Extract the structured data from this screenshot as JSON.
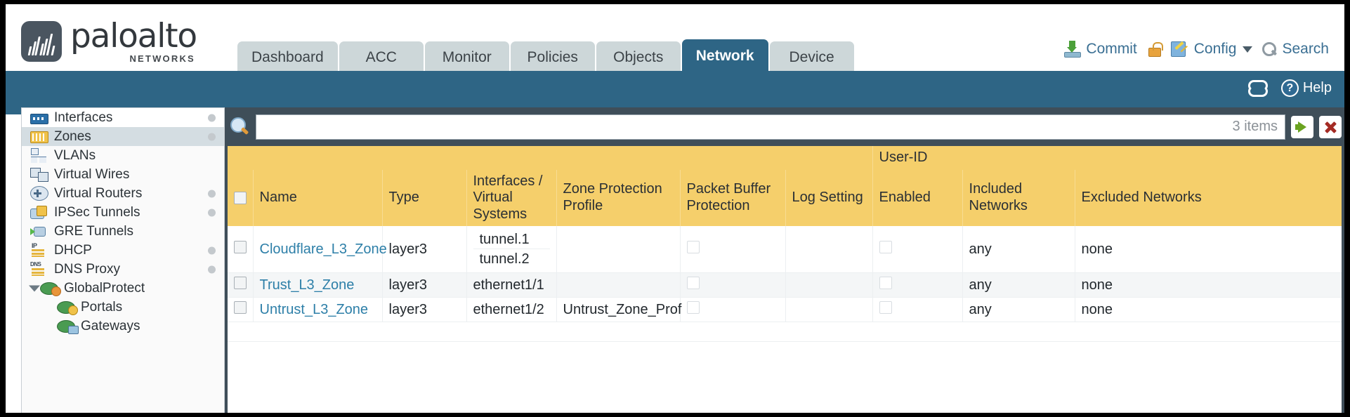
{
  "brand": {
    "name": "paloalto",
    "tagline": "NETWORKS",
    "registered": "®"
  },
  "nav": {
    "tabs": [
      {
        "label": "Dashboard",
        "active": false
      },
      {
        "label": "ACC",
        "active": false
      },
      {
        "label": "Monitor",
        "active": false
      },
      {
        "label": "Policies",
        "active": false
      },
      {
        "label": "Objects",
        "active": false
      },
      {
        "label": "Network",
        "active": true
      },
      {
        "label": "Device",
        "active": false
      }
    ]
  },
  "header_actions": {
    "commit": "Commit",
    "config": "Config",
    "search": "Search",
    "lock_icon": "unlock-icon",
    "commit_icon": "commit-icon",
    "config_icon": "config-icon",
    "search_icon": "search-icon",
    "caret_icon": "chevron-down-icon"
  },
  "bluebar": {
    "refresh_icon": "refresh-icon",
    "help_label": "Help",
    "help_icon": "help-icon",
    "help_glyph": "?"
  },
  "sidebar": {
    "items": [
      {
        "label": "Interfaces",
        "icon": "interfaces-icon",
        "dot": true,
        "child": false,
        "selected": false,
        "caret": false
      },
      {
        "label": "Zones",
        "icon": "zones-icon",
        "dot": true,
        "child": false,
        "selected": true,
        "caret": false
      },
      {
        "label": "VLANs",
        "icon": "vlans-icon",
        "dot": false,
        "child": false,
        "selected": false,
        "caret": false
      },
      {
        "label": "Virtual Wires",
        "icon": "virtual-wires-icon",
        "dot": false,
        "child": false,
        "selected": false,
        "caret": false
      },
      {
        "label": "Virtual Routers",
        "icon": "virtual-routers-icon",
        "dot": true,
        "child": false,
        "selected": false,
        "caret": false
      },
      {
        "label": "IPSec Tunnels",
        "icon": "ipsec-tunnels-icon",
        "dot": true,
        "child": false,
        "selected": false,
        "caret": false
      },
      {
        "label": "GRE Tunnels",
        "icon": "gre-tunnels-icon",
        "dot": false,
        "child": false,
        "selected": false,
        "caret": false
      },
      {
        "label": "DHCP",
        "icon": "dhcp-icon",
        "dot": true,
        "child": false,
        "selected": false,
        "caret": false
      },
      {
        "label": "DNS Proxy",
        "icon": "dns-proxy-icon",
        "dot": true,
        "child": false,
        "selected": false,
        "caret": false
      },
      {
        "label": "GlobalProtect",
        "icon": "globalprotect-icon",
        "dot": false,
        "child": false,
        "selected": false,
        "caret": true
      },
      {
        "label": "Portals",
        "icon": "portals-icon",
        "dot": false,
        "child": true,
        "selected": false,
        "caret": false
      },
      {
        "label": "Gateways",
        "icon": "gateways-icon",
        "dot": false,
        "child": true,
        "selected": false,
        "caret": false
      }
    ]
  },
  "search": {
    "value": "",
    "placeholder": "",
    "items_count": "3 items",
    "magnifier_icon": "magnifier-icon",
    "apply_icon": "apply-filter-arrow-icon",
    "clear_icon": "clear-filter-x-icon"
  },
  "table": {
    "group_header": "User-ID",
    "columns": [
      "Name",
      "Type",
      "Interfaces / Virtual Systems",
      "Zone Protection Profile",
      "Packet Buffer Protection",
      "Log Setting",
      "Enabled",
      "Included Networks",
      "Excluded Networks"
    ],
    "rows": [
      {
        "selected": false,
        "name": "Cloudflare_L3_Zone",
        "type": "layer3",
        "interfaces": [
          "tunnel.1",
          "tunnel.2"
        ],
        "zone_protection_profile": "",
        "packet_buffer_protection": false,
        "log_setting": "",
        "userid_enabled": false,
        "included_networks": "any",
        "excluded_networks": "none"
      },
      {
        "selected": false,
        "name": "Trust_L3_Zone",
        "type": "layer3",
        "interfaces": [
          "ethernet1/1"
        ],
        "zone_protection_profile": "",
        "packet_buffer_protection": false,
        "log_setting": "",
        "userid_enabled": false,
        "included_networks": "any",
        "excluded_networks": "none"
      },
      {
        "selected": false,
        "name": "Untrust_L3_Zone",
        "type": "layer3",
        "interfaces": [
          "ethernet1/2"
        ],
        "zone_protection_profile": "Untrust_Zone_Prof",
        "packet_buffer_protection": false,
        "log_setting": "",
        "userid_enabled": false,
        "included_networks": "any",
        "excluded_networks": "none"
      }
    ]
  },
  "colors": {
    "brand_blue": "#2e6585",
    "panel_dark": "#3f4e59",
    "header_yellow": "#f5cf6b",
    "group_yellow": "#e8bb4a",
    "link_blue": "#2d7fa8",
    "tab_inactive": "#cdd7d9",
    "sidebar_selected": "#d4dde2"
  }
}
